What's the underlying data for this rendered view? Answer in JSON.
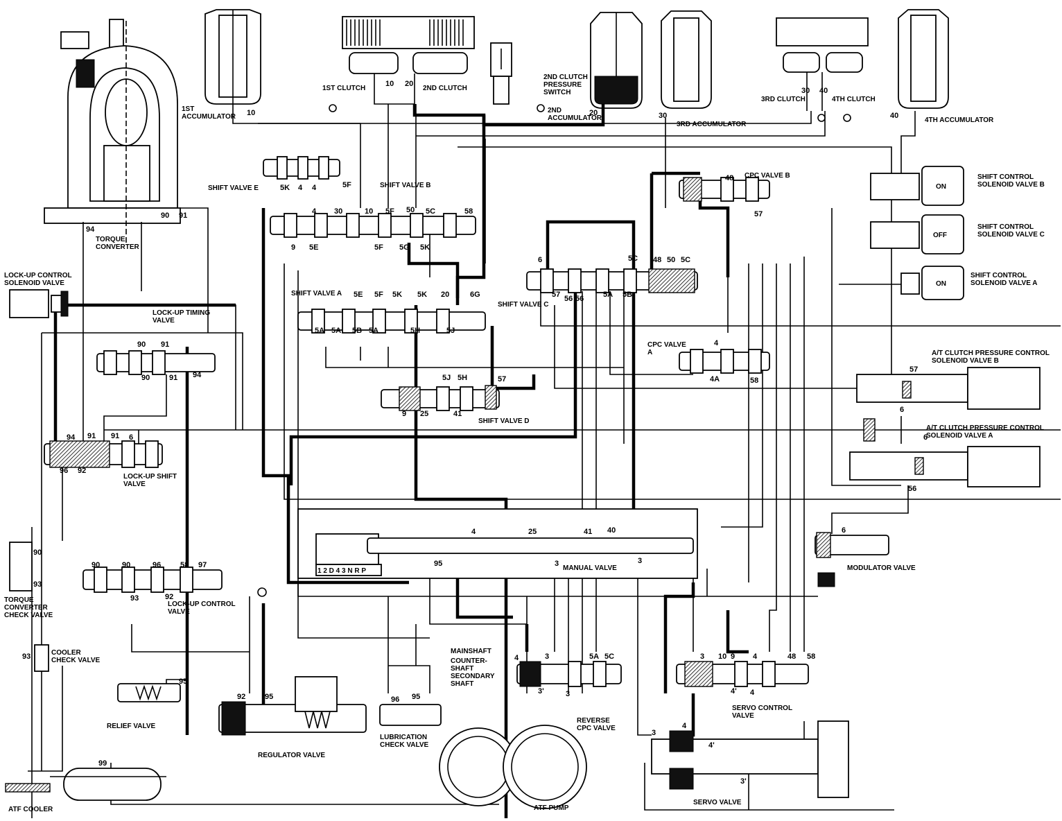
{
  "labels": {
    "first_accumulator": "1ST\nACCUMULATOR",
    "first_clutch": "1ST CLUTCH",
    "second_clutch": "2ND CLUTCH",
    "second_clutch_pressure_switch": "2ND CLUTCH\nPRESSURE\nSWITCH",
    "second_accumulator": "2ND\nACCUMULATOR",
    "third_accumulator": "3RD ACCUMULATOR",
    "third_clutch": "3RD CLUTCH",
    "fourth_clutch": "4TH CLUTCH",
    "fourth_accumulator": "4TH ACCUMULATOR",
    "shift_valve_e": "SHIFT VALVE E",
    "shift_valve_b": "SHIFT VALVE B",
    "cpc_valve_b": "CPC VALVE B",
    "shift_control_solenoid_b": "SHIFT CONTROL\nSOLENOID VALVE B",
    "shift_control_solenoid_c": "SHIFT CONTROL\nSOLENOID VALVE C",
    "shift_control_solenoid_a": "SHIFT CONTROL\nSOLENOID VALVE A",
    "torque_converter": "TORQUE\nCONVERTER",
    "lockup_control_solenoid": "LOCK-UP CONTROL\nSOLENOID VALVE",
    "lockup_timing_valve": "LOCK-UP TIMING\nVALVE",
    "shift_valve_a": "SHIFT VALVE A",
    "shift_valve_c": "SHIFT VALVE C",
    "cpc_valve_a": "CPC VALVE\nA",
    "at_clutch_pcs_b": "A/T CLUTCH PRESSURE CONTROL\nSOLENOID VALVE B",
    "at_clutch_pcs_a": "A/T CLUTCH PRESSURE CONTROL\nSOLENOID VALVE A",
    "shift_valve_d": "SHIFT VALVE D",
    "lockup_shift_valve": "LOCK-UP SHIFT\nVALVE",
    "torque_converter_check_valve": "TORQUE\nCONVERTER\nCHECK VALVE",
    "lockup_control_valve": "LOCK-UP CONTROL\nVALVE",
    "manual_valve": "MANUAL VALVE",
    "modulator_valve": "MODULATOR VALVE",
    "cooler_check_valve": "COOLER\nCHECK VALVE",
    "mainshaft": "MAINSHAFT",
    "countershaft": "COUNTER-\nSHAFT",
    "secondary_shaft": "SECONDARY\nSHAFT",
    "relief_valve": "RELIEF VALVE",
    "regulator_valve": "REGULATOR VALVE",
    "lubrication_check_valve": "LUBRICATION\nCHECK VALVE",
    "reverse_cpc_valve": "REVERSE\nCPC VALVE",
    "servo_control_valve": "SERVO CONTROL\nVALVE",
    "servo_valve": "SERVO VALVE",
    "atf_pump": "ATF PUMP",
    "atf_cooler": "ATF COOLER"
  },
  "solenoid_states": {
    "shift_control_b": "ON",
    "shift_control_c": "OFF",
    "shift_control_a": "ON"
  },
  "manual_valve_positions": "1 2 D 4 3 N R P",
  "port_numbers": {
    "acc1": "10",
    "clutch1": "10",
    "clutch2": "20",
    "acc2": "20",
    "acc3": "30",
    "clutch3": "30",
    "clutch4": "40",
    "acc4": "40",
    "tc_94": "94",
    "tc_90": "90",
    "tc_91": "91",
    "sve_5k": "5K",
    "sve_4a": "4",
    "sve_4b": "4",
    "sve_5f": "5F",
    "svb_4": "4",
    "svb_30": "30",
    "svb_10": "10",
    "svb_5f": "5F",
    "svb_50": "50",
    "svb_5c": "5C",
    "svb_58": "58",
    "svb_9": "9",
    "svb_5e": "5E",
    "svb_5f2": "5F",
    "svb_5g": "5G",
    "svb_5k": "5K",
    "sva_5e": "5E",
    "sva_5f": "5F",
    "sva_5k": "5K",
    "sva_5k2": "5K",
    "sva_20": "20",
    "sva_6g": "6G",
    "sva_5a": "5A",
    "sva_5a2": "5A",
    "sva_5b": "5B",
    "sva_5a3": "5A",
    "sva_5h": "5H",
    "sva_5j": "5J",
    "cpcb_48": "48",
    "cpcb_57": "57",
    "svc_6": "6",
    "svc_5c": "5C",
    "svc_48": "48",
    "svc_50": "50",
    "svc_5c2": "5C",
    "svc_57": "57",
    "svc_56": "56",
    "svc_56b": "56",
    "svc_5a": "5A",
    "svc_5b": "5B",
    "lut_90": "90",
    "lut_91": "91",
    "lut_90b": "90",
    "lut_91b": "91",
    "lut_94": "94",
    "cpca_4": "4",
    "cpca_4a": "4A",
    "cpca_58": "58",
    "svd_5j": "5J",
    "svd_5h": "5H",
    "svd_57": "57",
    "svd_9": "9",
    "svd_25": "25",
    "svd_41": "41",
    "pcsb_57": "57",
    "pcsb_6": "6",
    "pcsa_6": "6",
    "pcsa_56": "56",
    "lus_94": "94",
    "lus_91": "91",
    "lus_91b": "91",
    "lus_6": "6",
    "lus_96": "96",
    "lus_92": "92",
    "mv_4": "4",
    "mv_25": "25",
    "mv_41": "41",
    "mv_40": "40",
    "mv_95": "95",
    "mv_3": "3",
    "mv_3b": "3",
    "mod_6": "6",
    "tcc_90": "90",
    "tcc_93": "93",
    "luc_90": "90",
    "luc_90b": "90",
    "luc_96": "96",
    "luc_58": "58",
    "luc_97": "97",
    "luc_93": "93",
    "luc_92": "92",
    "ccv_93": "93",
    "rv_95": "95",
    "reg_92": "92",
    "reg_95": "95",
    "lub_96": "96",
    "lub_95": "95",
    "rcpc_4": "4",
    "rcpc_3": "3",
    "rcpc_5a": "5A",
    "rcpc_5c": "5C",
    "rcpc_3b": "3'",
    "rcpc_3c": "3",
    "scv_3": "3",
    "scv_10": "10",
    "scv_9": "9",
    "scv_4": "4",
    "scv_48": "48",
    "scv_58": "58",
    "scv_4b": "4'",
    "scv_4c": "4",
    "sv_3": "3",
    "sv_4": "4",
    "sv_4b": "4'",
    "sv_3b": "3'",
    "atf_99": "99"
  }
}
